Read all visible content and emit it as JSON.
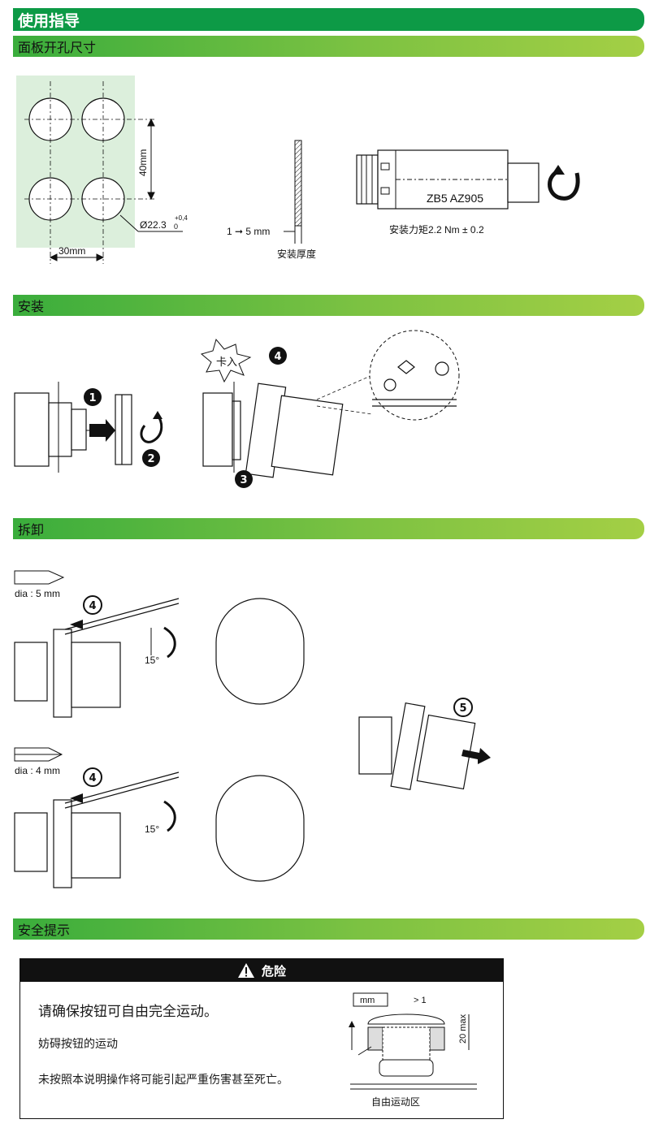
{
  "sections": {
    "main": "使用指导",
    "panel_cutout": "面板开孔尺寸",
    "install": "安装",
    "removal": "拆卸",
    "safety": "安全提示"
  },
  "cutout": {
    "dim_vertical": "40mm",
    "dim_horizontal": "30mm",
    "hole_diameter": "Ø22.3",
    "tolerance_upper": "+0,4",
    "tolerance_lower": "0",
    "thickness_range": "1 ➞ 5 mm",
    "thickness_label": "安装厚度",
    "tool_code": "ZB5 AZ905",
    "torque_label": "安装力矩2.2 Nm ± 0.2"
  },
  "install": {
    "step1": "1",
    "step2": "2",
    "step3": "3",
    "step4": "4",
    "snap_label": "卡入"
  },
  "removal": {
    "flat_tool_dia": "dia : 5 mm",
    "cross_tool_dia": "dia : 4 mm",
    "step4_top": "4",
    "step4_bottom": "4",
    "angle_top": "15°",
    "angle_bottom": "15°",
    "step5": "5"
  },
  "danger": {
    "header": "危险",
    "line1": "请确保按钮可自由完全运动。",
    "line2": "妨碍按钮的运动",
    "line3": "未按照本说明操作将可能引起严重伤害甚至死亡。",
    "unit_box": "mm",
    "gap_label": "> 1",
    "height_label": "20 max",
    "zone_label": "自由运动区"
  }
}
